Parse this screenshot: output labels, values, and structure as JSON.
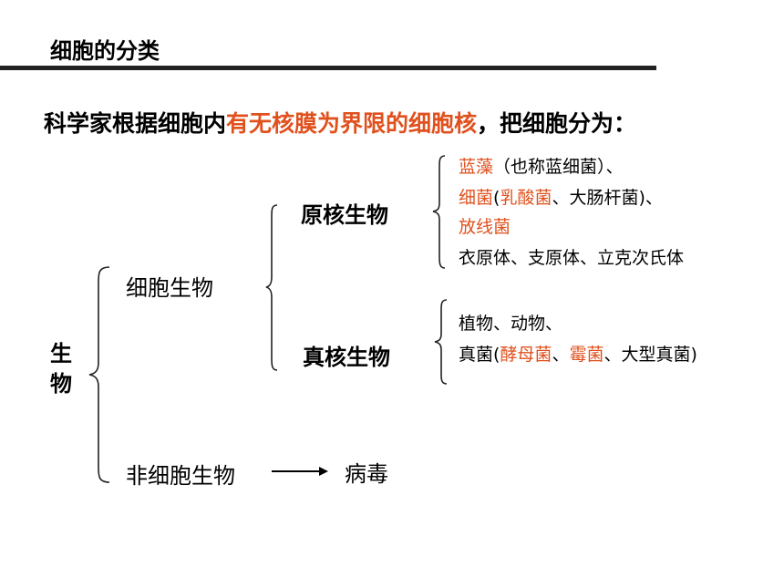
{
  "title": "细胞的分类",
  "intro": {
    "prefix": "科学家根据细胞内",
    "highlight": "有无核膜为界限的细胞核",
    "suffix": "，把细胞分为："
  },
  "root": "生\n物",
  "cell_organisms": "细胞生物",
  "non_cell_organisms": "非细胞生物",
  "virus": "病毒",
  "prokaryotes": {
    "label": "原核生物",
    "line1": {
      "red": "蓝藻",
      "black": "（也称蓝细菌）、"
    },
    "line2": {
      "red1": "细菌",
      "black1": "(",
      "red2": "乳酸菌",
      "black2": "、大肠杆菌)、"
    },
    "line3": {
      "red": "放线菌"
    },
    "line4": "衣原体、支原体、立克次氏体"
  },
  "eukaryotes": {
    "label": "真核生物",
    "line1": "植物、动物、",
    "line2": {
      "black1": "真菌(",
      "red1": "酵母菌",
      "black2": "、",
      "red2": "霉菌",
      "black3": "、大型真菌)"
    }
  },
  "colors": {
    "accent": "#e0511e",
    "text": "#000000",
    "rule": "#222222"
  }
}
